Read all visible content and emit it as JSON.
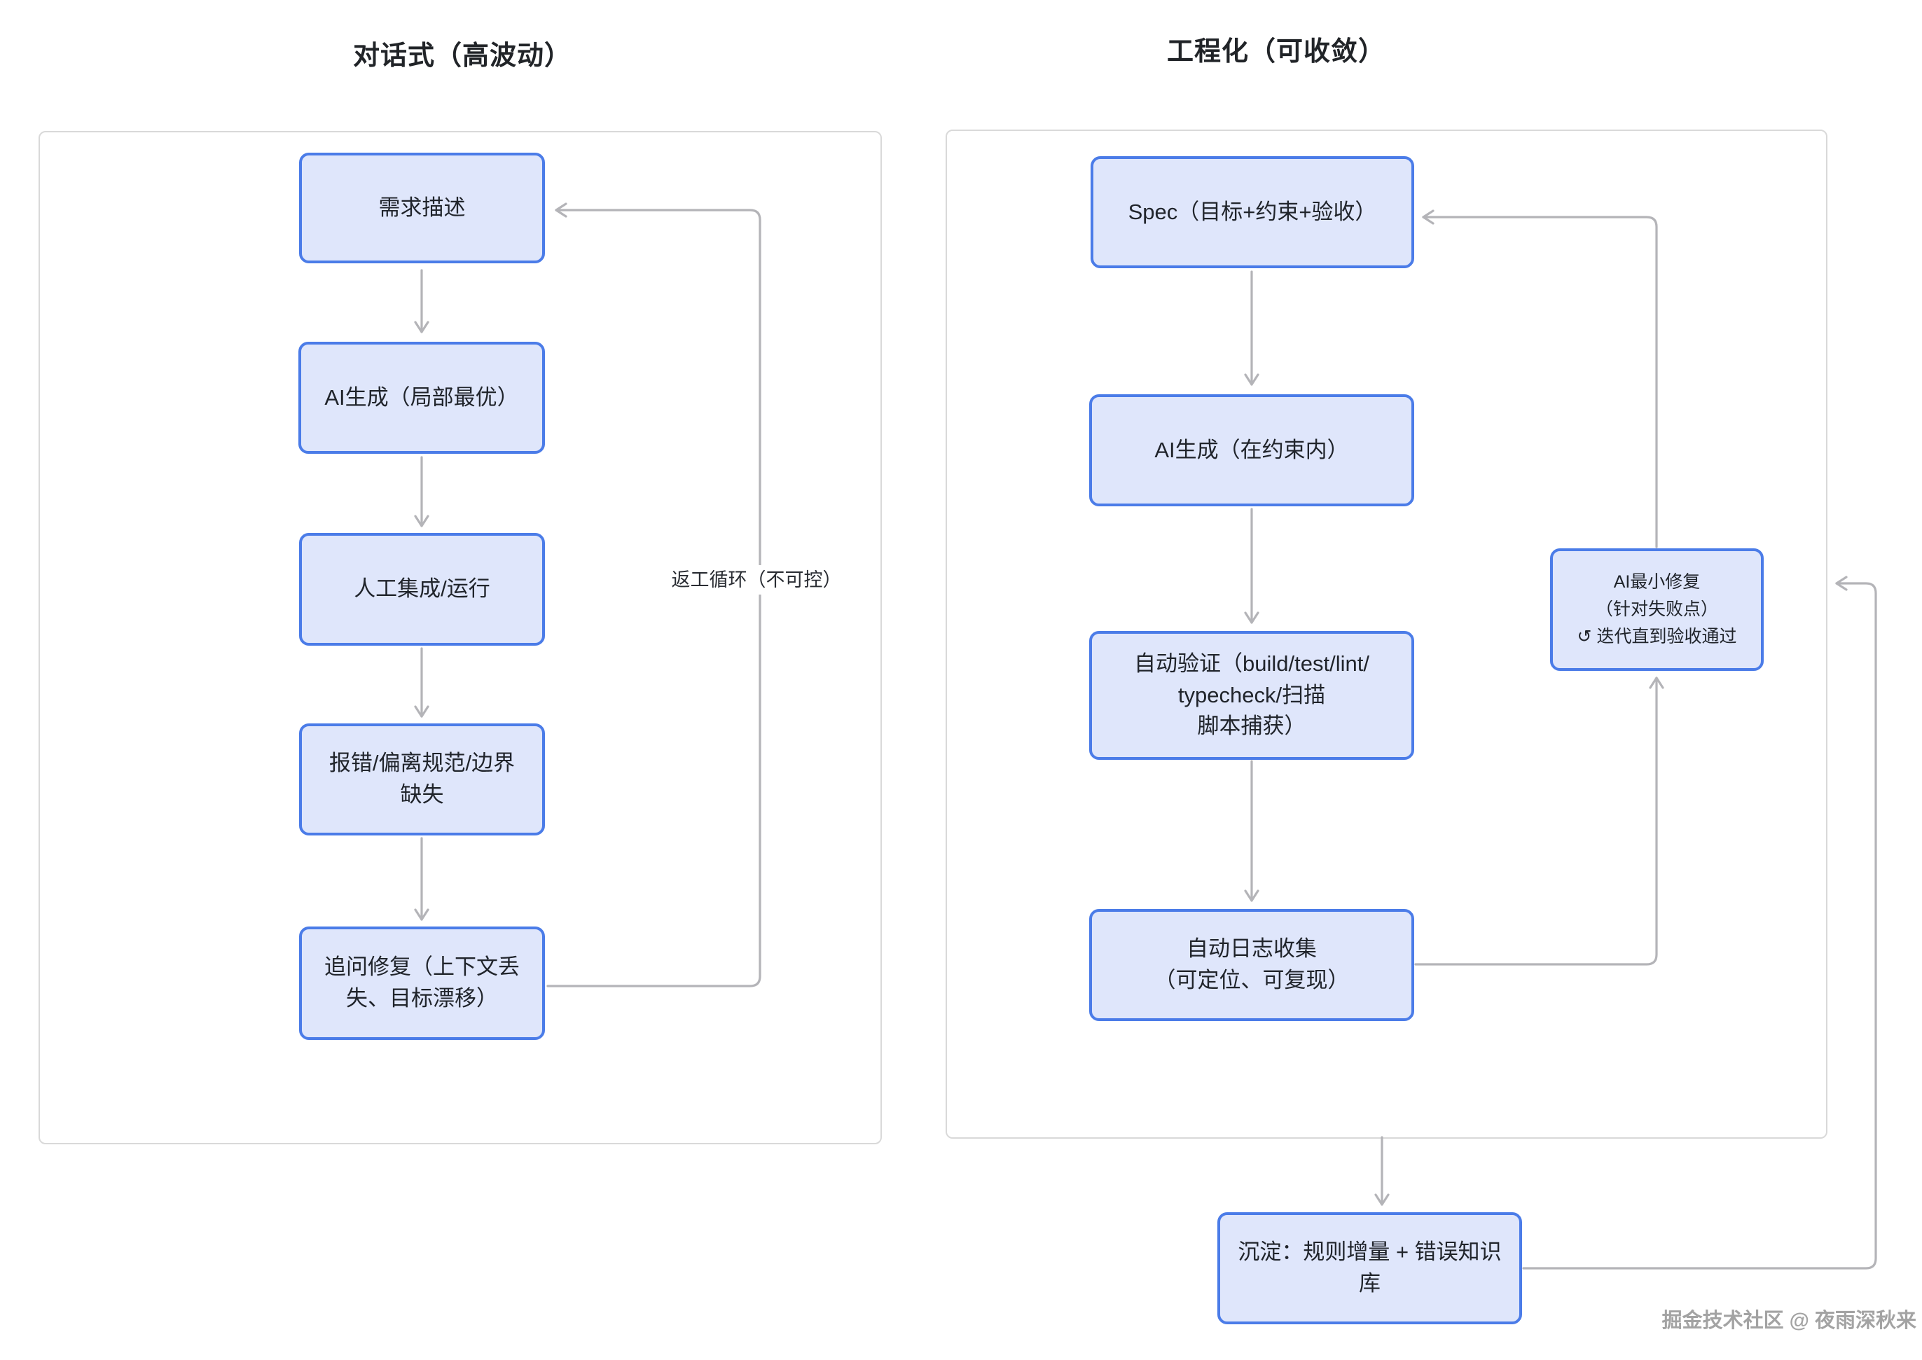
{
  "watermark": "掘金技术社区 @ 夜雨深秋来",
  "colors": {
    "node_fill": "#dfe6fb",
    "node_border": "#4b7ce8",
    "connector": "#b4b4b8",
    "panel_border": "#d9d9d9",
    "text": "#20242b"
  },
  "left_panel": {
    "title": "对话式（高波动）",
    "loop_label": "返工循环（不可控）",
    "nodes": {
      "requirement": {
        "lines": [
          "需求描述"
        ]
      },
      "ai_generate": {
        "lines": [
          "AI生成（局部最优）"
        ]
      },
      "manual_run": {
        "lines": [
          "人工集成/运行"
        ]
      },
      "errors": {
        "lines": [
          "报错/偏离规范/边界",
          "缺失"
        ]
      },
      "followup_fix": {
        "lines": [
          "追问修复（上下文丢",
          "失、目标漂移）"
        ]
      }
    }
  },
  "right_panel": {
    "title": "工程化（可收敛）",
    "nodes": {
      "spec": {
        "lines": [
          "Spec（目标+约束+验收）"
        ]
      },
      "ai_generate": {
        "lines": [
          "AI生成（在约束内）"
        ]
      },
      "auto_verify": {
        "lines": [
          "自动验证（build/test/lint/",
          "typecheck/扫描",
          "脚本捕获）"
        ]
      },
      "auto_logs": {
        "lines": [
          "自动日志收集",
          "（可定位、可复现）"
        ]
      },
      "ai_min_fix": {
        "lines": [
          "AI最小修复",
          "（针对失败点）",
          "↺ 迭代直到验收通过"
        ]
      },
      "knowledge": {
        "lines": [
          "沉淀：规则增量 + 错误知识",
          "库"
        ]
      }
    }
  }
}
